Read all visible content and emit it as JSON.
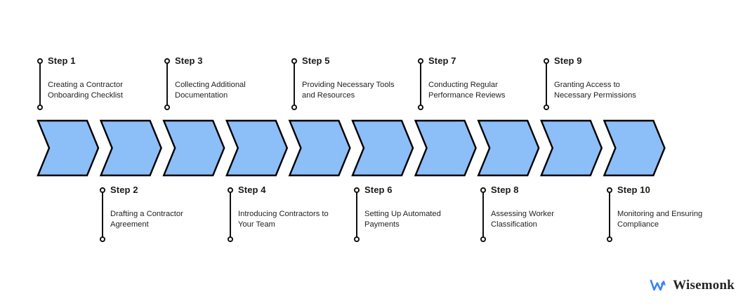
{
  "diagram": {
    "type": "chevron-process-flow",
    "step_count": 10,
    "colors": {
      "chevron_fill": "#8CBEF8",
      "chevron_stroke": "#000000",
      "connector": "#111111",
      "text": "#1f1f1f",
      "logo_accent": "#3b82f6"
    },
    "steps": [
      {
        "id": 1,
        "title": "Step 1",
        "description": "Creating a Contractor Onboarding Checklist",
        "desc_line1": "Creating a Contractor",
        "desc_line2": "Onboarding Checklist",
        "position": "top"
      },
      {
        "id": 2,
        "title": "Step 2",
        "description": "Drafting a Contractor Agreement",
        "desc_line1": "Drafting a Contractor",
        "desc_line2": "Agreement",
        "position": "bottom"
      },
      {
        "id": 3,
        "title": "Step 3",
        "description": "Collecting Additional Documentation",
        "desc_line1": "Collecting Additional",
        "desc_line2": "Documentation",
        "position": "top"
      },
      {
        "id": 4,
        "title": "Step 4",
        "description": "Introducing Contractors to Your Team",
        "desc_line1": "Introducing Contractors to",
        "desc_line2": "Your Team",
        "position": "bottom"
      },
      {
        "id": 5,
        "title": "Step 5",
        "description": "Providing Necessary Tools and Resources",
        "desc_line1": "Providing Necessary Tools",
        "desc_line2": "and Resources",
        "position": "top"
      },
      {
        "id": 6,
        "title": "Step 6",
        "description": "Setting Up Automated Payments",
        "desc_line1": "Setting Up Automated",
        "desc_line2": "Payments",
        "position": "bottom"
      },
      {
        "id": 7,
        "title": "Step 7",
        "description": "Conducting Regular Performance Reviews",
        "desc_line1": "Conducting Regular",
        "desc_line2": "Performance Reviews",
        "position": "top"
      },
      {
        "id": 8,
        "title": "Step 8",
        "description": "Assessing Worker Classification",
        "desc_line1": "Assessing Worker",
        "desc_line2": "Classification",
        "position": "bottom"
      },
      {
        "id": 9,
        "title": "Step 9",
        "description": "Granting Access to Necessary Permissions",
        "desc_line1": "Granting Access to",
        "desc_line2": "Necessary Permissions",
        "position": "top"
      },
      {
        "id": 10,
        "title": "Step 10",
        "description": "Monitoring and Ensuring Compliance",
        "desc_line1": "Monitoring and Ensuring",
        "desc_line2": "Compliance",
        "position": "bottom"
      }
    ]
  },
  "logo": {
    "wordmark": "Wisemonk",
    "mark": "wisemonk-arrow-icon"
  }
}
